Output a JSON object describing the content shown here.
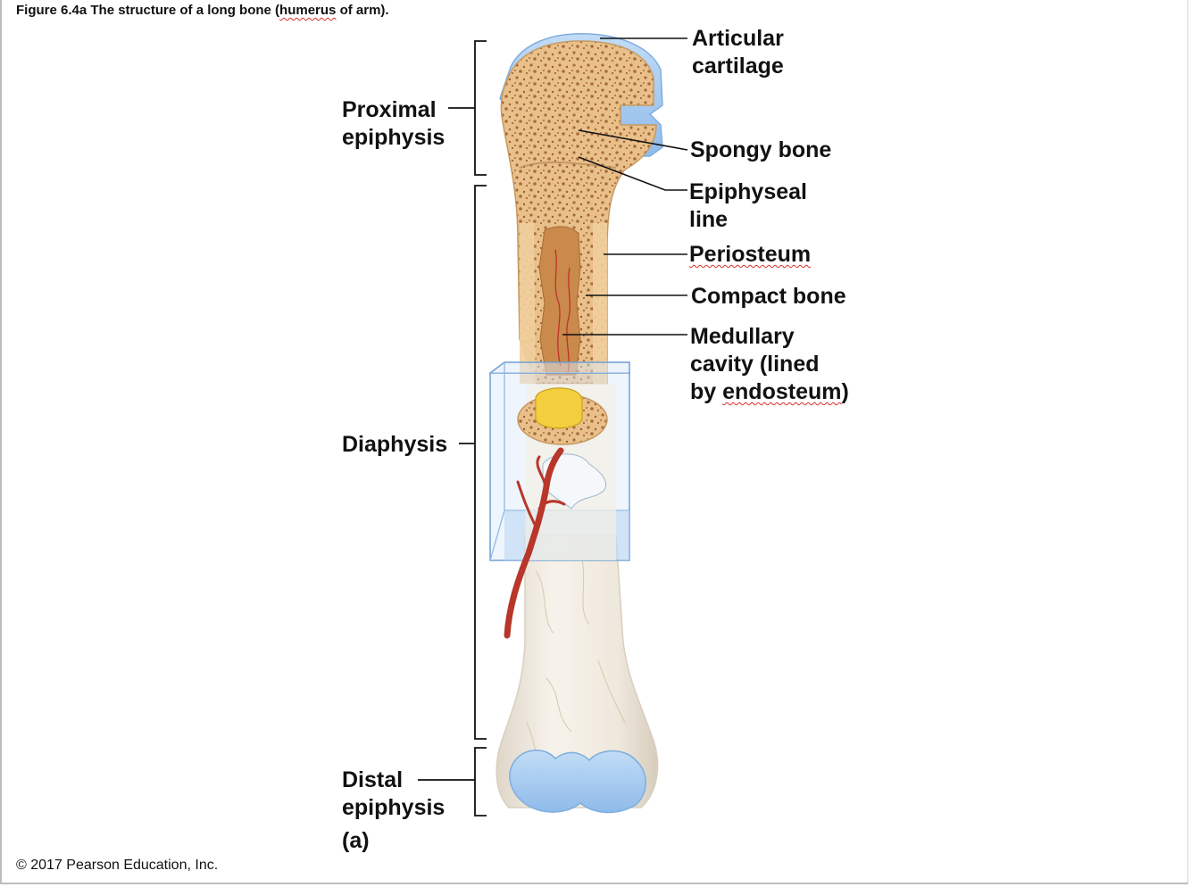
{
  "figure": {
    "caption_prefix": "Figure 6.4a The structure of a long bone (",
    "caption_keyword": "humerus",
    "caption_suffix": " of arm).",
    "panel_label": "(a)",
    "copyright": "© 2017 Pearson Education, Inc."
  },
  "regions": {
    "proximal_line1": "Proximal",
    "proximal_line2": "epiphysis",
    "diaphysis": "Diaphysis",
    "distal_line1": "Distal",
    "distal_line2": "epiphysis"
  },
  "labels": {
    "articular_1": "Articular",
    "articular_2": "cartilage",
    "spongy": "Spongy bone",
    "epiphyseal_1": "Epiphyseal",
    "epiphyseal_2": "line",
    "periosteum": "Periosteum",
    "compact": "Compact bone",
    "medullary_1": "Medullary",
    "medullary_2": "cavity (lined",
    "medullary_3_prefix": "by ",
    "medullary_3_word": "endosteum",
    "medullary_3_suffix": ")"
  },
  "colors": {
    "spongy_bone": "#e8be86",
    "compact_bone": "#f2d3a5",
    "outer_bone": "#efe8dc",
    "cartilage": "#a9cdf2",
    "artery": "#b8362a",
    "marrow": "#c98a4c",
    "yellow_marrow": "#f3cf3f",
    "leader_line": "#111111",
    "spell_squiggle": "#d9302a"
  }
}
